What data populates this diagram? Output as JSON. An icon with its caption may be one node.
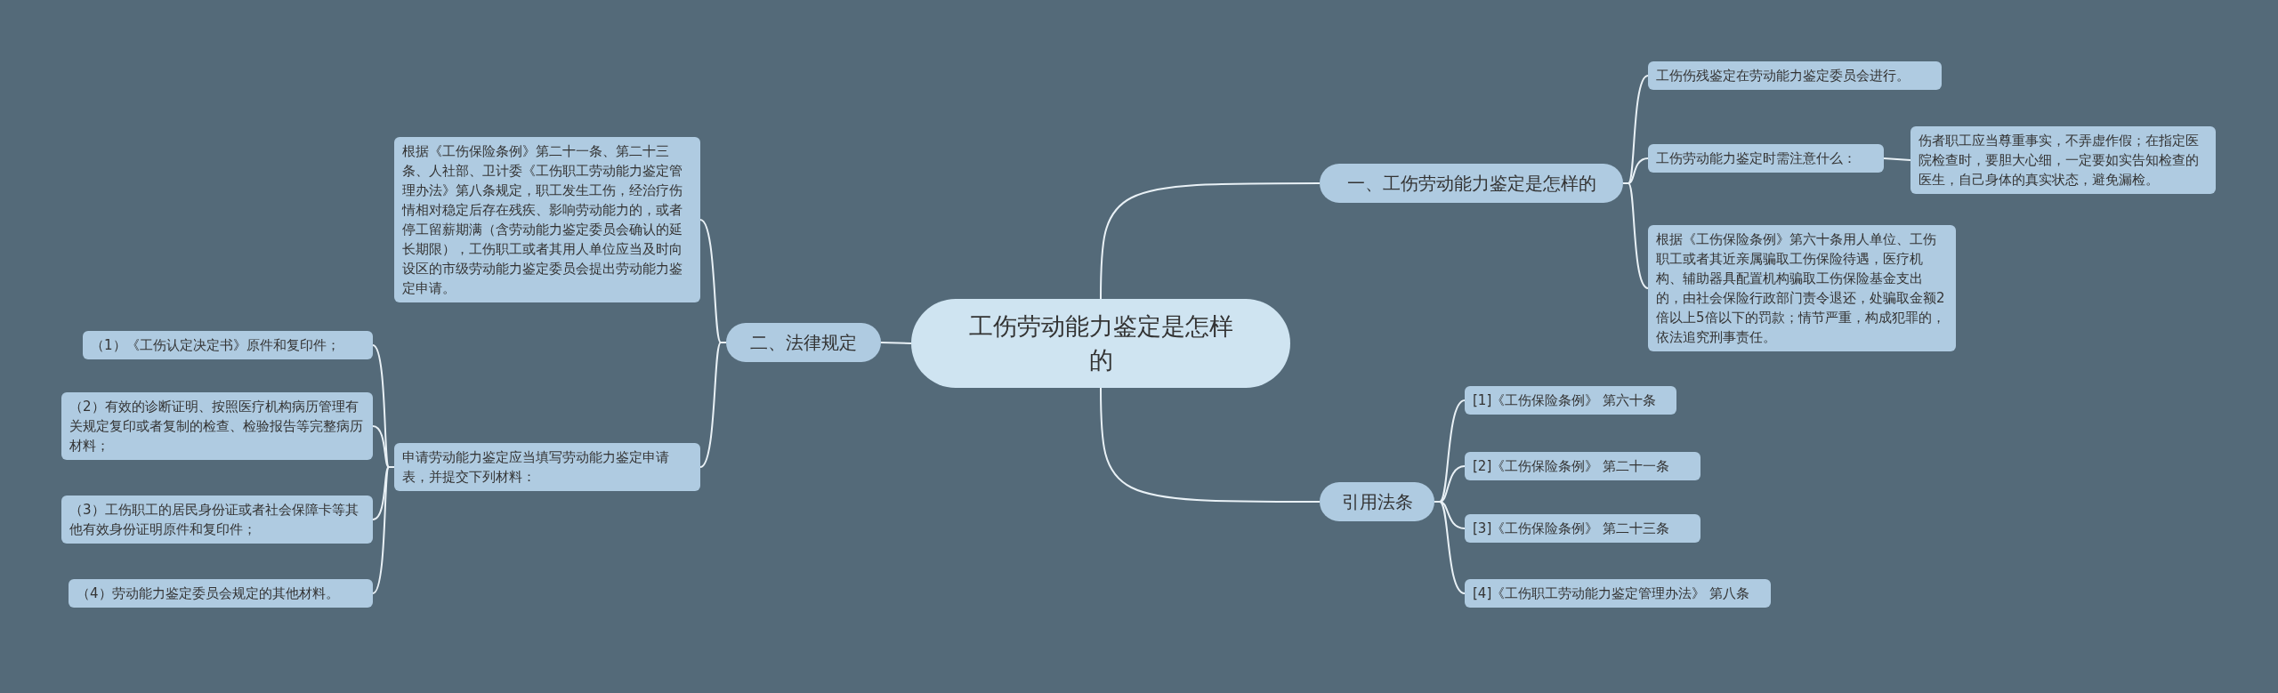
{
  "diagram": {
    "nodes": [
      {
        "text": [
          "工伤劳动能力鉴定是怎样的"
        ]
      },
      {
        "text": [
          "一、工伤劳动能力鉴定是怎样的"
        ]
      },
      {
        "text": [
          "工伤伤残鉴定在劳动能力鉴定委员会进行。"
        ]
      },
      {
        "text": [
          "工伤劳动能力鉴定时需注意什么："
        ]
      },
      {
        "text": [
          "伤者职工应当尊重事实，不弄虚作假；在指定医院检查时，要胆大心细，一定要如实告知检查的医生，自己身体的真实状态，避免漏检。"
        ]
      },
      {
        "text": [
          "根据《工伤保险条例》第六十条用人单位、工伤职工或者其近亲属骗取工伤保险待遇，医疗机构、辅助器具配置机构骗取工伤保险基金支出的，由社会保险行政部门责令退还，处骗取金额2倍以上5倍以下的罚款；情节严重，构成犯罪的，依法追究刑事责任。"
        ]
      },
      {
        "text": [
          "引用法条"
        ]
      },
      {
        "text": [
          "[1]《工伤保险条例》 第六十条"
        ]
      },
      {
        "text": [
          "[2]《工伤保险条例》 第二十一条"
        ]
      },
      {
        "text": [
          "[3]《工伤保险条例》 第二十三条"
        ]
      },
      {
        "text": [
          "[4]《工伤职工劳动能力鉴定管理办法》 第八条"
        ]
      },
      {
        "text": [
          "二、法律规定"
        ]
      },
      {
        "text": [
          "根据《工伤保险条例》第二十一条、第二十三条、人社部、卫计委《工伤职工劳动能力鉴定管理办法》第八条规定，职工发生工伤，经治疗伤情相对稳定后存在残疾、影响劳动能力的，或者停工留薪期满（含劳动能力鉴定委员会确认的延长期限），工伤职工或者其用人单位应当及时向设区的市级劳动能力鉴定委员会提出劳动能力鉴定申请。"
        ]
      },
      {
        "text": [
          "申请劳动能力鉴定应当填写劳动能力鉴定申请表，并提交下列材料："
        ]
      },
      {
        "text": [
          "（1）《工伤认定决定书》原件和复印件；"
        ]
      },
      {
        "text": [
          "（2）有效的诊断证明、按照医疗机构病历管理有关规定复印或者复制的检查、检验报告等完整病历材料；"
        ]
      },
      {
        "text": [
          "（3）工伤职工的居民身份证或者社会保障卡等其他有效身份证明原件和复印件；"
        ]
      },
      {
        "text": [
          "（4）劳动能力鉴定委员会规定的其他材料。"
        ]
      }
    ],
    "edges": [
      {
        "from": 0,
        "to": 1,
        "arrow": "none"
      },
      {
        "from": 1,
        "to": 2,
        "arrow": "none"
      },
      {
        "from": 1,
        "to": 3,
        "arrow": "none"
      },
      {
        "from": 3,
        "to": 4,
        "arrow": "none"
      },
      {
        "from": 1,
        "to": 5,
        "arrow": "none"
      },
      {
        "from": 0,
        "to": 6,
        "arrow": "none"
      },
      {
        "from": 6,
        "to": 7,
        "arrow": "none"
      },
      {
        "from": 6,
        "to": 8,
        "arrow": "none"
      },
      {
        "from": 6,
        "to": 9,
        "arrow": "none"
      },
      {
        "from": 6,
        "to": 10,
        "arrow": "none"
      },
      {
        "from": 0,
        "to": 11,
        "arrow": "none"
      },
      {
        "from": 11,
        "to": 12,
        "arrow": "none"
      },
      {
        "from": 11,
        "to": 13,
        "arrow": "none"
      },
      {
        "from": 13,
        "to": 14,
        "arrow": "none"
      },
      {
        "from": 13,
        "to": 15,
        "arrow": "none"
      },
      {
        "from": 13,
        "to": 16,
        "arrow": "none"
      },
      {
        "from": 13,
        "to": 17,
        "arrow": "none"
      }
    ]
  }
}
